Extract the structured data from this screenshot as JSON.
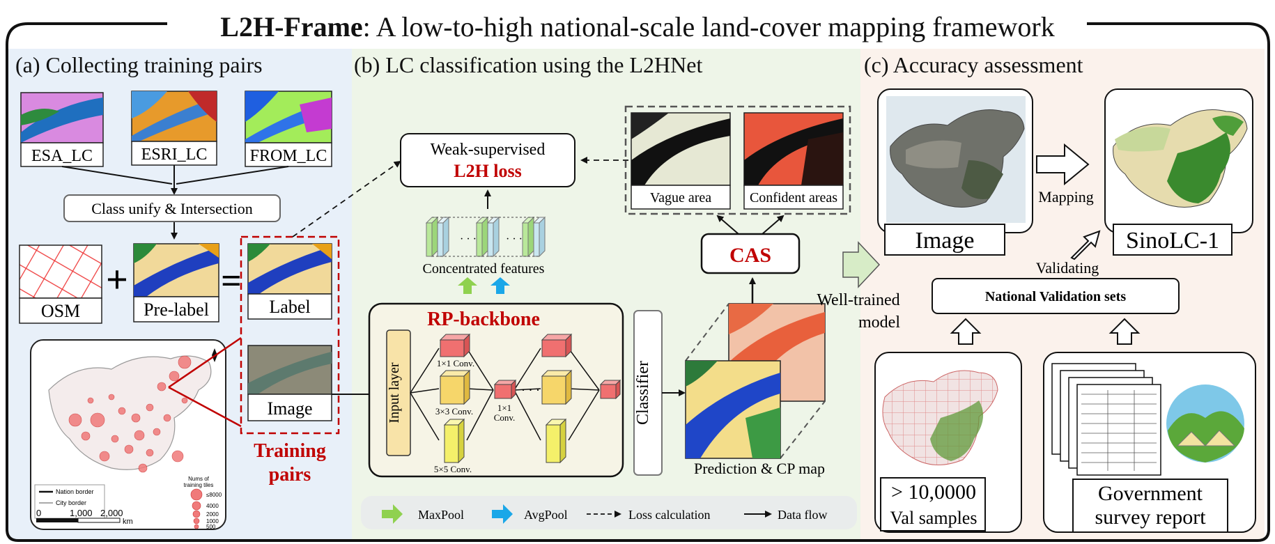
{
  "title": {
    "bold": "L2H-Frame",
    "rest": ": A low-to-high national-scale land-cover mapping framework"
  },
  "panel_a": {
    "heading": "(a) Collecting training pairs",
    "products": [
      "ESA_LC",
      "ESRI_LC",
      "FROM_LC"
    ],
    "unify": "Class unify & Intersection",
    "osm": "OSM",
    "plus": "+",
    "equals": "=",
    "prelabel": "Pre-label",
    "label": "Label",
    "image": "Image",
    "training_pairs_1": "Training",
    "training_pairs_2": "pairs",
    "map_legend": {
      "nation": "Nation border",
      "city": "City border",
      "nums_title_1": "Nums of",
      "nums_title_2": "training tiles",
      "sizes": [
        "≤8000",
        "4000",
        "2000",
        "1000",
        "500"
      ]
    },
    "scale": {
      "s0": "0",
      "s1": "1,000",
      "s2": "2,000",
      "unit": "km"
    }
  },
  "panel_b": {
    "heading": "(b) LC classification using the L2HNet",
    "loss_1": "Weak-supervised",
    "loss_2": "L2H loss",
    "vague": "Vague area",
    "confident": "Confident areas",
    "cas": "CAS",
    "concentrated": "Concentrated features",
    "backbone": "RP-backbone",
    "input_layer": "Input layer",
    "conv1": "1×1 Conv.",
    "conv3": "3×3 Conv.",
    "conv5": "5×5 Conv.",
    "conv1b_1": "1×1",
    "conv1b_2": "Conv.",
    "classifier": "Classifier",
    "prediction": "Prediction & CP map",
    "legend": {
      "maxpool": "MaxPool",
      "avgpool": "AvgPool",
      "loss": "Loss calculation",
      "flow": "Data flow"
    },
    "well_trained_1": "Well-trained",
    "well_trained_2": "model"
  },
  "panel_c": {
    "heading": "(c) Accuracy assessment",
    "image": "Image",
    "mapping": "Mapping",
    "sinolc": "SinoLC-1",
    "validating": "Validating",
    "national": "National Validation sets",
    "val_1": "> 10,0000",
    "val_2": "Val samples",
    "gov_1": "Government",
    "gov_2": "survey report"
  },
  "colors": {
    "accent_red": "#c00000",
    "panel_a_bg": "#e8f0f9",
    "panel_b_bg": "#eef5e8",
    "panel_c_bg": "#fbf2ec",
    "maxpool": "#8fd14f",
    "avgpool": "#1aa7e8"
  }
}
